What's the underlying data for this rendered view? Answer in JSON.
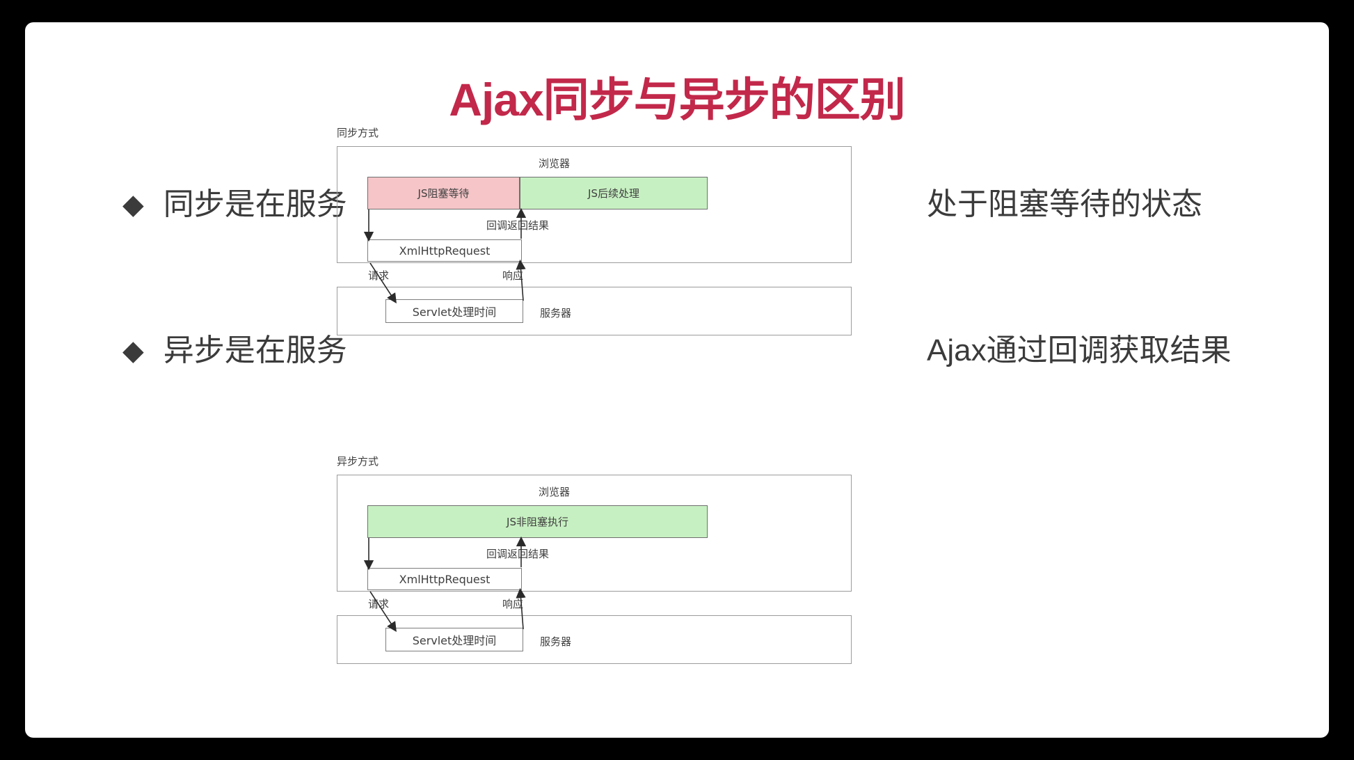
{
  "slide": {
    "title": "Ajax同步与异步的区别",
    "title_color": "#c2284a",
    "background_color": "#000000",
    "slide_background": "#ffffff"
  },
  "bullets": [
    {
      "marker": "◆",
      "lead_text": "同步是在服务",
      "tail_text": "处于阻塞等待的状态"
    },
    {
      "marker": "◆",
      "lead_text": "异步是在服务",
      "tail_text": "Ajax通过回调获取结果"
    }
  ],
  "diagrams": [
    {
      "caption": "同步方式",
      "browser_label": "浏览器",
      "bars": [
        {
          "text": "JS阻塞等待",
          "color": "#f5c5c8",
          "kind": "blocking"
        },
        {
          "text": "JS后续处理",
          "color": "#c7f0c2",
          "kind": "continue"
        }
      ],
      "callback_label": "回调返回结果",
      "xhr_label": "XmlHttpRequest",
      "request_label": "请求",
      "response_label": "响应",
      "server_label": "服务器",
      "servlet_label": "Servlet处理时间"
    },
    {
      "caption": "异步方式",
      "browser_label": "浏览器",
      "bars": [
        {
          "text": "JS非阻塞执行",
          "color": "#c7f0c2",
          "kind": "nonblocking"
        }
      ],
      "callback_label": "回调返回结果",
      "xhr_label": "XmlHttpRequest",
      "request_label": "请求",
      "response_label": "响应",
      "server_label": "服务器",
      "servlet_label": "Servlet处理时间"
    }
  ]
}
